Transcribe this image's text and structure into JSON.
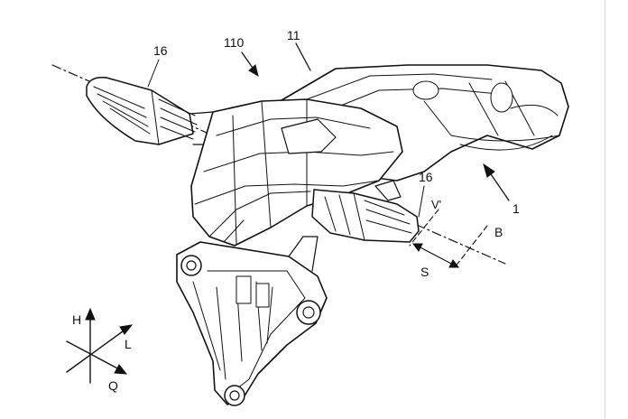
{
  "figure": {
    "labels": {
      "part_16_upper": "16",
      "part_110": "110",
      "part_11": "11",
      "part_16_lower": "16",
      "part_1": "1",
      "axis_v_prime": "V'",
      "axis_b": "B",
      "axis_s": "S",
      "axis_h": "H",
      "axis_l": "L",
      "axis_q": "Q"
    }
  }
}
